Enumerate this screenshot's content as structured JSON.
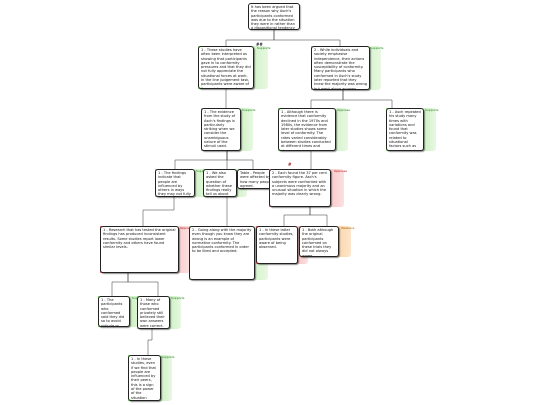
{
  "nodes": [
    {
      "id": "root",
      "type": "neutral",
      "text": "It has been argued that the reason why Asch's participants conformed was due to the situation they were in rather than a dispositional tendency to conform."
    },
    {
      "id": "n1",
      "type": "support",
      "tag": "Supports",
      "text": "1 - These studies have often been interpreted as showing that participants gave in to conformity pressures and that they did not fully appreciate the situational forces at work. In the line judgement task, participants were aware of the social pressure to conform and their private judgement."
    },
    {
      "id": "n2",
      "type": "support",
      "tag": "Supports",
      "text": "2 - While individuals and society emphasise independence, their actions often demonstrate the susceptibility of conformity. Many participants who conformed in Asch's study later reported that they knew the majority was wrong but went along anyway, indicating the role of the situation."
    },
    {
      "id": "n3",
      "type": "support",
      "tag": "Supports",
      "text": "1 - The evidence from the study of Asch's findings is particularly striking when we consider the unambiguous nature of the stimuli used."
    },
    {
      "id": "n4",
      "type": "oppose",
      "tag": "Opposes",
      "text": "1 - Although there is evidence that conformity declined in the 1970s and 1980s, the evidence from later studies shows some level of conformity. The rates varied considerably between studies conducted at different times and places."
    },
    {
      "id": "n5",
      "type": "support",
      "tag": "Supports",
      "text": "1 - Asch repeated his study many times with variations and found that conformity was related to situational factors such as group size and task difficulty."
    },
    {
      "id": "n6",
      "type": "support",
      "tag": "Supports",
      "text": "1 - The findings indicate that people are influenced by others in ways they may not fully recognise."
    },
    {
      "id": "n7",
      "type": "support",
      "tag": "Supports",
      "text": "1 - We also asked the question of whether these findings really tell us about conformity."
    },
    {
      "id": "n8",
      "type": "neutral",
      "text": "Table - People were affected by how many people agreed."
    },
    {
      "id": "n9",
      "type": "oppose",
      "tag": "Opposes",
      "text": "2 - Each found the 37 per cent conformity figure. Asch's subjects were confronted with a unanimous majority and an unusual situation in which the majority was clearly wrong."
    },
    {
      "id": "n10",
      "type": "oppose",
      "tag": "Opposes",
      "text": "1 - Research that has tested the original findings has produced inconsistent results. Some studies report lower conformity and others have found similar levels."
    },
    {
      "id": "n11",
      "type": "support",
      "tag": "Supports",
      "text": "2 - Going along with the majority even though you know they are wrong is an example of normative conformity. The participants conformed in order to be liked and accepted."
    },
    {
      "id": "n12",
      "type": "oppose",
      "tag": "Opposes",
      "text": "1 - In these latter conformity studies, participants were aware of being observed."
    },
    {
      "id": "n13",
      "type": "orange",
      "tag": "Weakens",
      "text": "1 - Both although the original participants conformed on these trials they did not always agree."
    },
    {
      "id": "n14",
      "type": "support",
      "tag": "Supports",
      "text": "1 - The participants who conformed said they did so to avoid ridicule or disapproval."
    },
    {
      "id": "n15",
      "type": "support",
      "tag": "Supports",
      "text": "1 - Many of those who conformed privately still believed their own answers were correct."
    },
    {
      "id": "n16",
      "type": "support",
      "tag": "Supports",
      "text": "1 - In these studies, even if we find that people are influenced by their peers, this is a sign of the power of the situation rather than individual weakness."
    }
  ],
  "marks": {
    "top_mark": "##",
    "red_mark": "#"
  }
}
